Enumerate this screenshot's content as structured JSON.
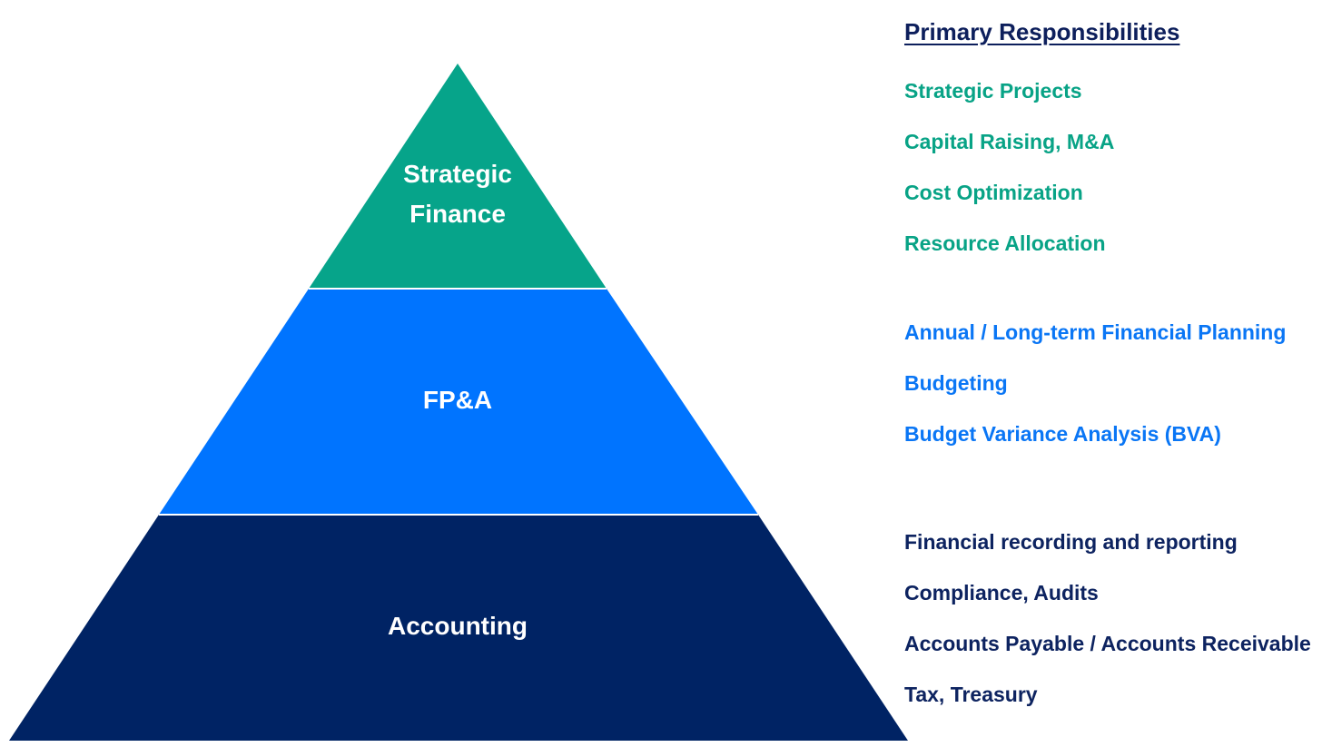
{
  "colors": {
    "strategic": "#06a48a",
    "fpa": "#0074ff",
    "accounting": "#002364",
    "title": "#0d1f5c"
  },
  "pyramid": {
    "tiers": [
      {
        "key": "strategic",
        "lines": [
          "Strategic",
          "Finance"
        ]
      },
      {
        "key": "fpa",
        "lines": [
          "FP&A"
        ]
      },
      {
        "key": "accounting",
        "lines": [
          "Accounting"
        ]
      }
    ]
  },
  "responsibilities": {
    "title": "Primary Responsibilities",
    "groups": [
      {
        "key": "strategic",
        "items": [
          "Strategic Projects",
          "Capital Raising, M&A",
          "Cost Optimization",
          "Resource Allocation"
        ]
      },
      {
        "key": "fpa",
        "items": [
          "Annual / Long-term Financial Planning",
          "Budgeting",
          "Budget Variance Analysis (BVA)"
        ]
      },
      {
        "key": "accounting",
        "items": [
          "Financial recording and reporting",
          "Compliance, Audits",
          "Accounts Payable / Accounts Receivable",
          "Tax, Treasury"
        ]
      }
    ]
  }
}
